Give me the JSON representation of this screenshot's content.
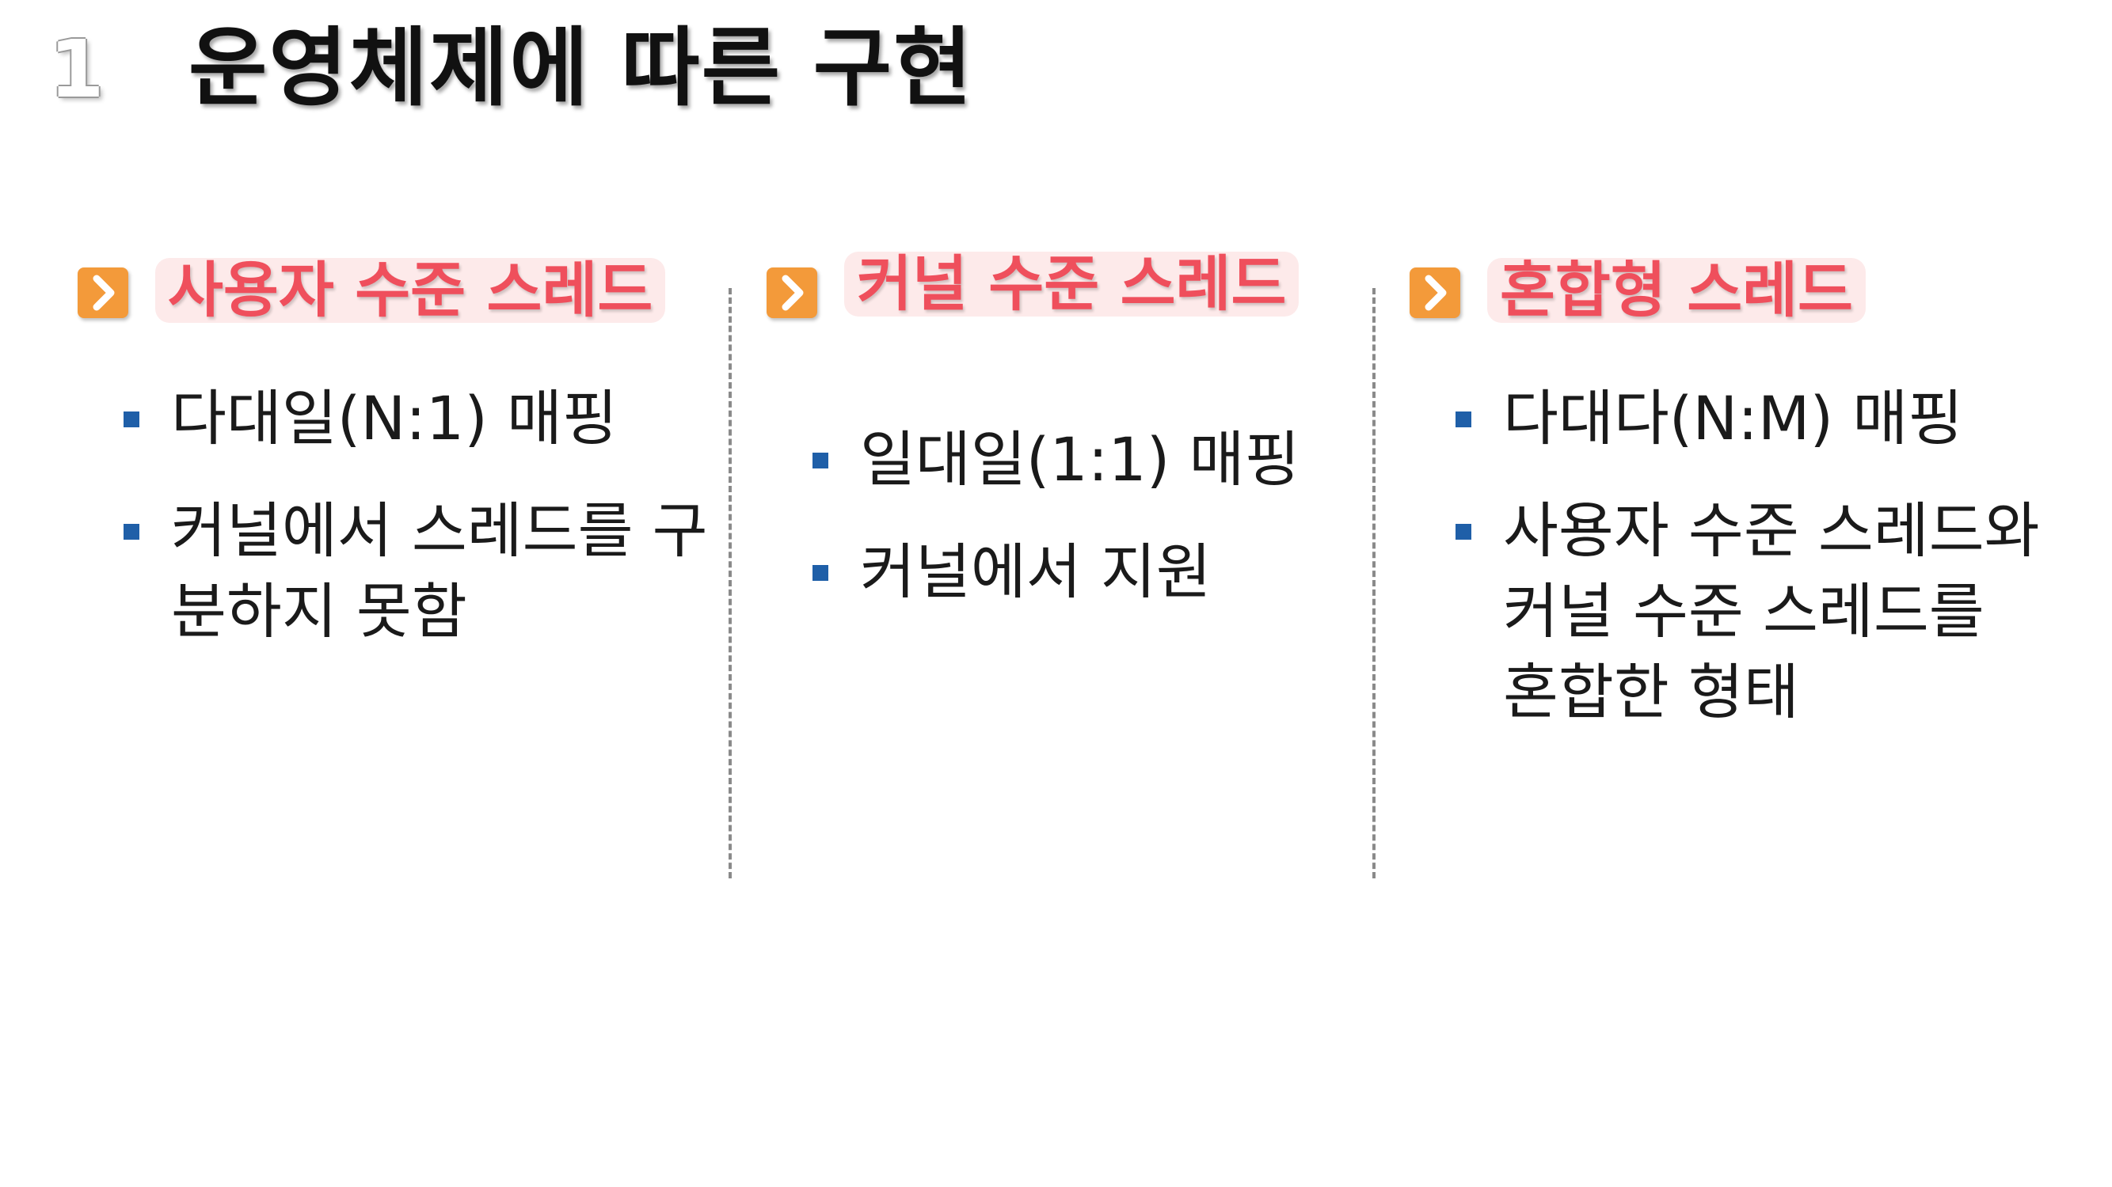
{
  "slide": {
    "number": "1",
    "title": "운영체제에 따른 구현"
  },
  "colors": {
    "accent_orange": "#f39a3a",
    "header_text": "#ef4f5c",
    "header_bg": "#fdeaea",
    "bullet_blue": "#1f5fa8"
  },
  "columns": [
    {
      "header": "사용자 수준 스레드",
      "icon": "chevron-right-icon",
      "items": [
        "다대일(N:1) 매핑",
        "커널에서 스레드를 구분하지 못함"
      ]
    },
    {
      "header": "커널 수준 스레드",
      "icon": "chevron-right-icon",
      "items": [
        "일대일(1:1) 매핑",
        "커널에서 지원"
      ]
    },
    {
      "header": "혼합형 스레드",
      "icon": "chevron-right-icon",
      "items": [
        "다대다(N:M) 매핑",
        "사용자 수준 스레드와 커널 수준 스레드를 혼합한 형태"
      ]
    }
  ]
}
